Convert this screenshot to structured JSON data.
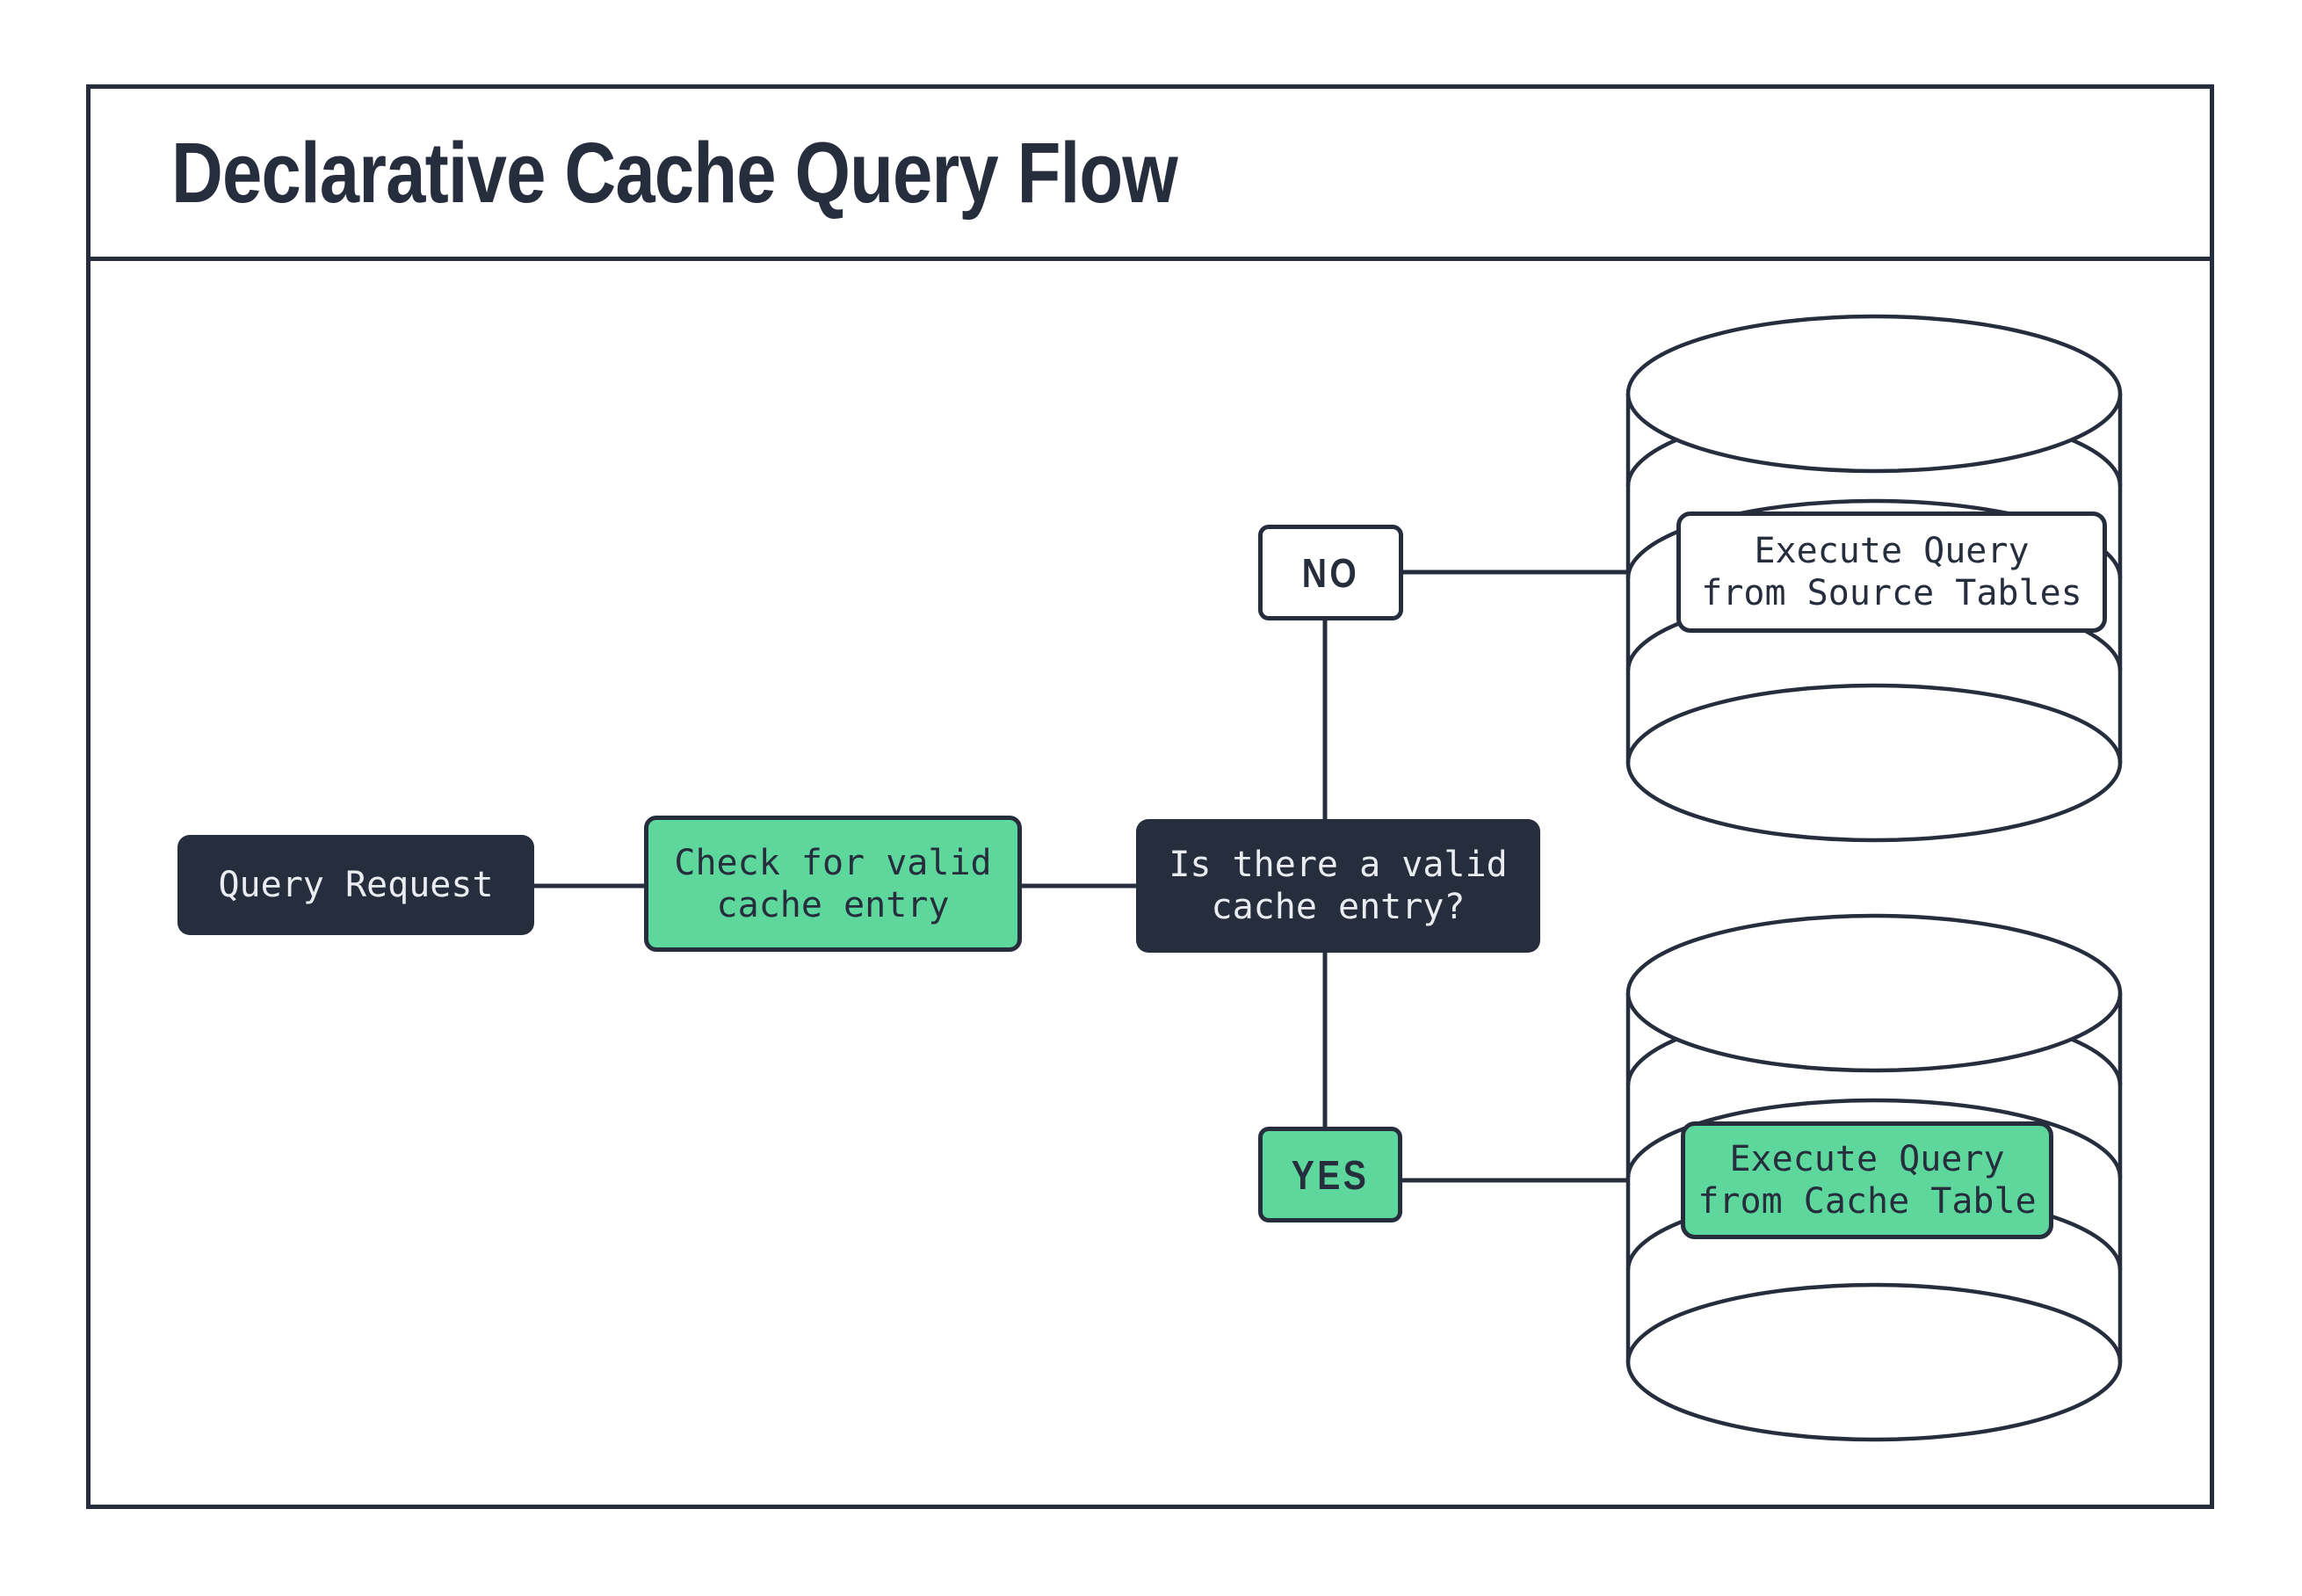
{
  "title": "Declarative Cache Query Flow",
  "theme": {
    "navy": "#262d3d",
    "green": "#5ed79c",
    "paper": "#ffffff",
    "light-text": "#e9edf2"
  },
  "nodes": {
    "query_request": {
      "label": "Query Request"
    },
    "check_cache": {
      "label": "Check for valid\ncache entry"
    },
    "decision": {
      "label": "Is there a valid\ncache entry?"
    },
    "branch_no": {
      "label": "NO"
    },
    "branch_yes": {
      "label": "YES"
    },
    "source_db": {
      "label": "Execute Query\nfrom Source Tables"
    },
    "cache_db": {
      "label": "Execute Query\nfrom Cache Table"
    }
  }
}
